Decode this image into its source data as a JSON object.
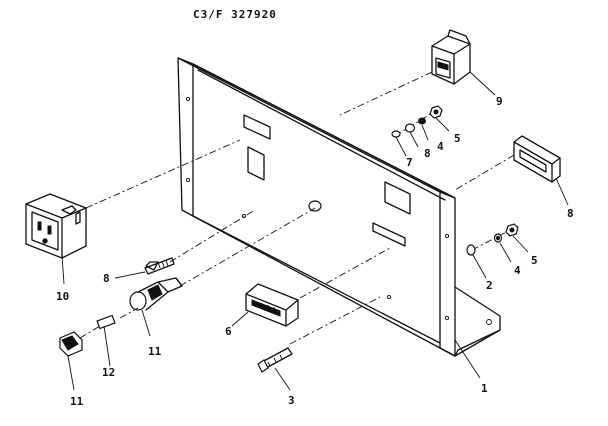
{
  "header": {
    "title": "C3/F 327920"
  },
  "callouts": {
    "panel": "1",
    "bracket": "2",
    "screw_bottom": "3",
    "washer_bottom": "4",
    "nut_bottom": "5",
    "nut_top": "5",
    "washer_top": "4",
    "module": "6",
    "washer_top_small": "7",
    "lockwasher_top": "8",
    "plate": "8",
    "holder_small": "8",
    "switch": "9",
    "receptacle": "10",
    "fuse_holder": "11",
    "cap": "11",
    "fuse": "12"
  }
}
